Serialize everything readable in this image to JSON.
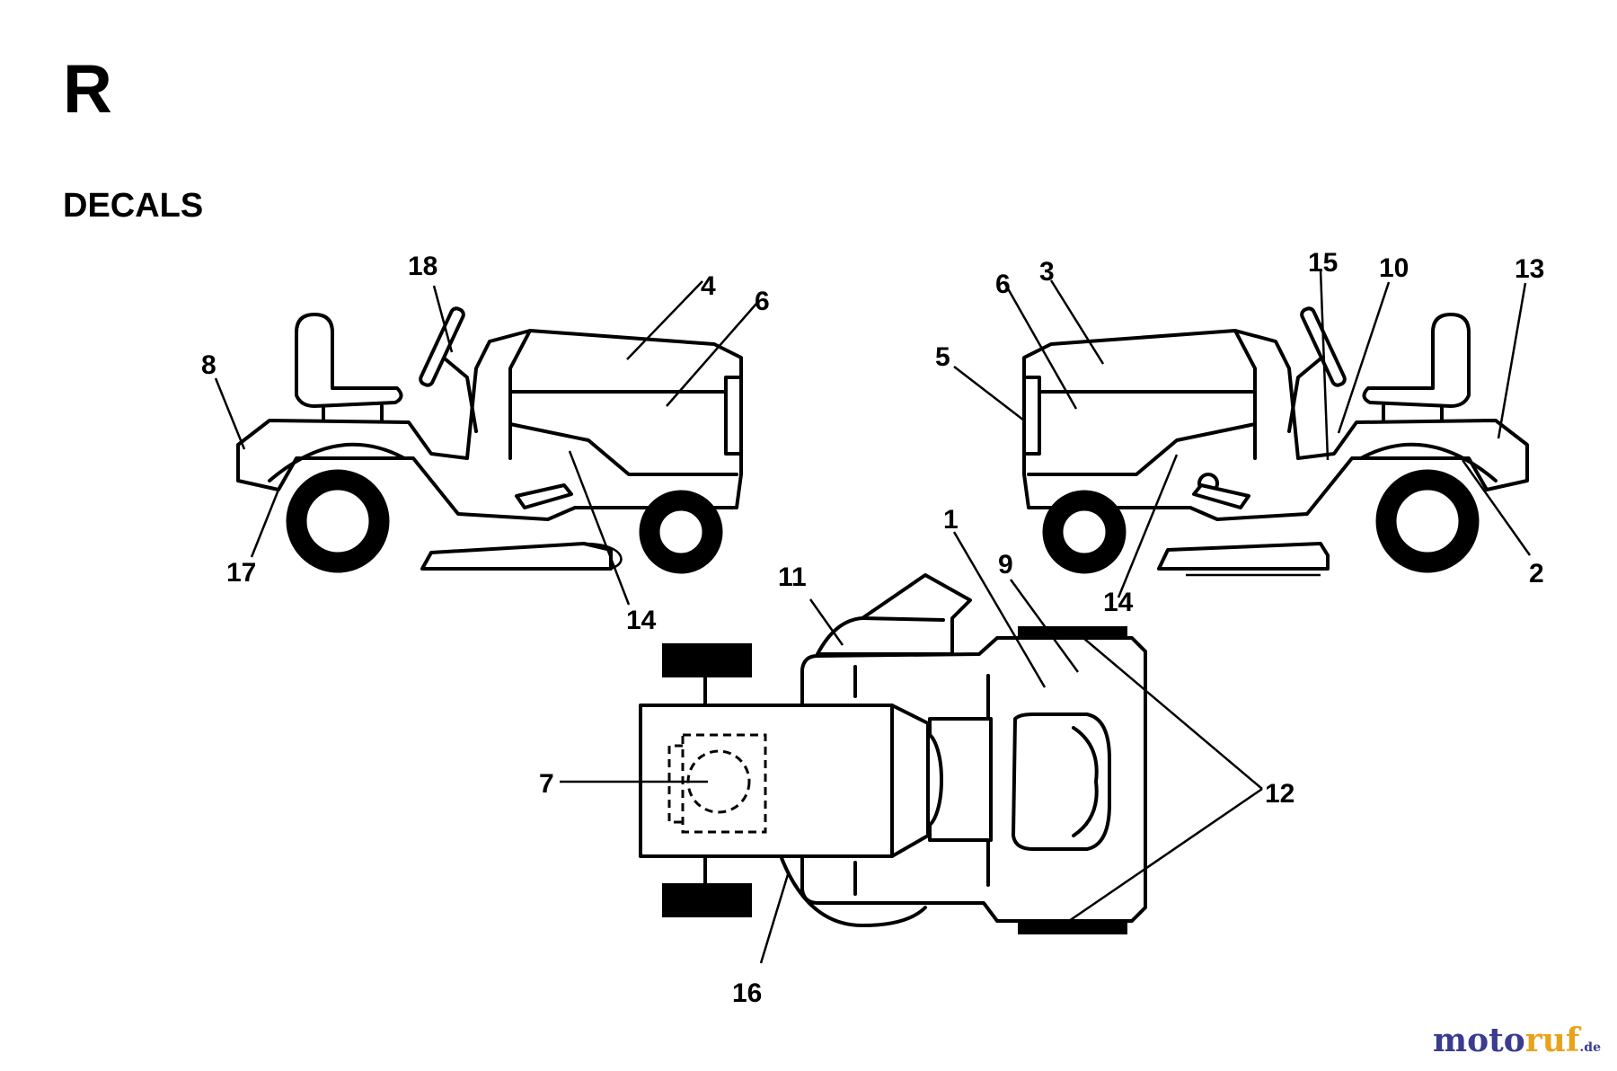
{
  "page": {
    "section_letter": "R",
    "section_title": "DECALS"
  },
  "callouts": {
    "left_view": [
      "18",
      "4",
      "6",
      "8",
      "17",
      "14"
    ],
    "right_view": [
      "6",
      "3",
      "5",
      "15",
      "10",
      "13",
      "2",
      "14"
    ],
    "top_view": [
      "1",
      "9",
      "11",
      "7",
      "12",
      "16"
    ]
  },
  "watermark": {
    "part1": "moto",
    "part2": "ruf",
    "suffix": ".de"
  }
}
